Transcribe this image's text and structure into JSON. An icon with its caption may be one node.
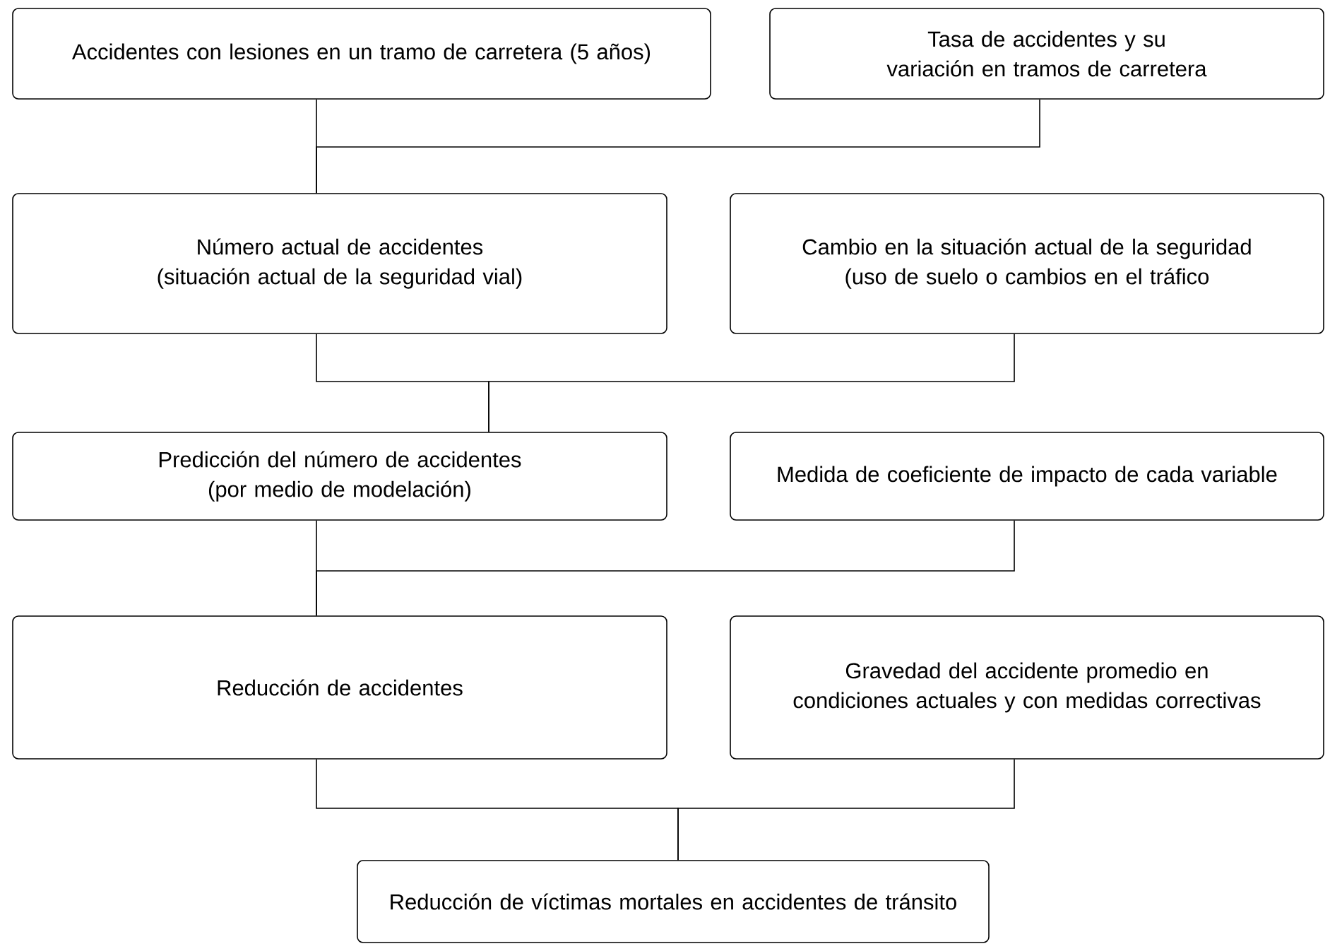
{
  "diagram": {
    "nodes": [
      {
        "text": [
          "Accidentes con lesiones en un tramo de carretera (5 años)"
        ]
      },
      {
        "text": [
          "Tasa de accidentes y su variación en tramos de carretera"
        ]
      },
      {
        "text": [
          "Número actual de accidentes (situación actual de la seguridad vial)"
        ]
      },
      {
        "text": [
          "Cambio en la situación actual de la seguridad (uso de suelo o cambios en el tráfico"
        ]
      },
      {
        "text": [
          "Predicción del número de accidentes (por medio de modelación)"
        ]
      },
      {
        "text": [
          "Medida de coeficiente de impacto de cada variable"
        ]
      },
      {
        "text": [
          "Reducción de accidentes"
        ]
      },
      {
        "text": [
          "Gravedad del accidente promedio en condiciones actuales y con medidas correctivas"
        ]
      },
      {
        "text": [
          "Reducción de víctimas mortales en accidentes de tránsito"
        ]
      }
    ],
    "edges": [
      {
        "from": 0,
        "to": 2,
        "arrow": "none"
      },
      {
        "from": 1,
        "to": 2,
        "arrow": "none"
      },
      {
        "from": 2,
        "to": 4,
        "arrow": "none"
      },
      {
        "from": 3,
        "to": 4,
        "arrow": "none"
      },
      {
        "from": 4,
        "to": 6,
        "arrow": "none"
      },
      {
        "from": 5,
        "to": 6,
        "arrow": "none"
      },
      {
        "from": 6,
        "to": 8,
        "arrow": "none"
      },
      {
        "from": 7,
        "to": 8,
        "arrow": "none"
      }
    ]
  }
}
